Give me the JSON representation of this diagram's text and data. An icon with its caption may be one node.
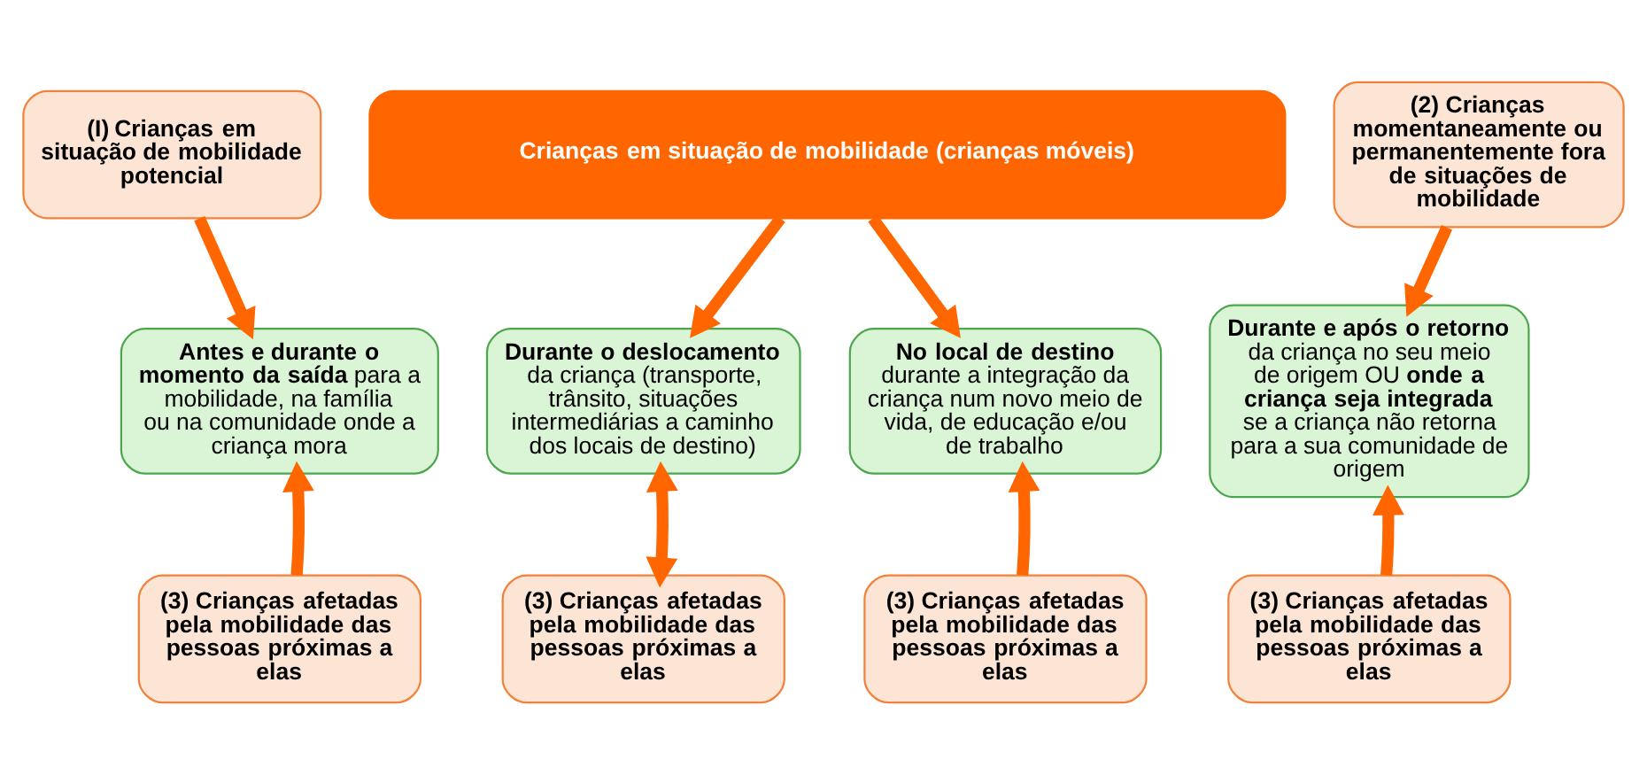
{
  "diagram": {
    "nodes": [
      {
        "text": [
          "(I) Crianças em situação de mobilidade potencial"
        ]
      },
      {
        "text": [
          "Crianças em situação de mobilidade (crianças móveis)"
        ]
      },
      {
        "text": [
          "(2) Crianças momentaneamente ou permanentemente fora de situações de mobilidade"
        ]
      },
      {
        "text": [
          "**Antes e durante o momento da saída** para a mobilidade, na família ou na comunidade onde a criança mora"
        ]
      },
      {
        "text": [
          "**Durante o deslocamento** da criança (transporte, trânsito, situações intermediárias a caminho dos locais de destino)"
        ]
      },
      {
        "text": [
          "**No local de destino** durante a integração da criança num novo meio de vida, de educação e/ou de trabalho"
        ]
      },
      {
        "text": [
          "**Durante e após o retorno** da criança no seu meio de origem OU **onde a criança seja integrada** se a criança não retorna para a sua comunidade de origem"
        ]
      },
      {
        "text": [
          "(3) Crianças afetadas pela mobilidade das pessoas próximas a elas"
        ]
      },
      {
        "text": [
          "(3) Crianças afetadas pela mobilidade das pessoas próximas a elas"
        ]
      },
      {
        "text": [
          "(3) Crianças afetadas pela mobilidade das pessoas próximas a elas"
        ]
      },
      {
        "text": [
          "(3) Crianças afetadas pela mobilidade das pessoas próximas a elas"
        ]
      }
    ],
    "edges": [
      {
        "from": 0,
        "to": 3,
        "arrow": "to"
      },
      {
        "from": 1,
        "to": 4,
        "arrow": "to"
      },
      {
        "from": 1,
        "to": 5,
        "arrow": "to"
      },
      {
        "from": 2,
        "to": 6,
        "arrow": "to"
      },
      {
        "from": 7,
        "to": 3,
        "arrow": "to"
      },
      {
        "from": 8,
        "to": 4,
        "arrow": "both"
      },
      {
        "from": 9,
        "to": 5,
        "arrow": "to"
      },
      {
        "from": 10,
        "to": 6,
        "arrow": "to"
      }
    ]
  }
}
